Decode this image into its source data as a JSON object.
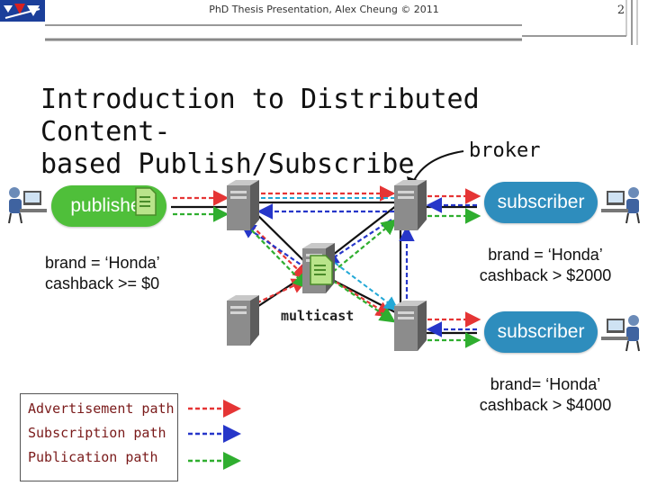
{
  "header": {
    "text": "PhD Thesis Presentation, Alex Cheung © 2011",
    "page_number": "2"
  },
  "title": "Introduction to Distributed Content-\nbased Publish/Subscribe",
  "labels": {
    "broker": "broker",
    "publisher": "publisher",
    "subscriber_1": "subscriber",
    "subscriber_2": "subscriber",
    "multicast": "multicast"
  },
  "advertisement": "brand = ‘Honda’\ncashback >= $0",
  "subscription_1": "brand = ‘Honda’\ncashback > $2000",
  "subscription_2": "brand= ‘Honda’\ncashback > $4000",
  "legend": {
    "items": [
      {
        "label": "Advertisement path",
        "color": "#e53535"
      },
      {
        "label": "Subscription path",
        "color": "#2636c9"
      },
      {
        "label": "Publication path",
        "color": "#2fae2f"
      }
    ]
  },
  "colors": {
    "advertisement": "#e53535",
    "subscription": "#2636c9",
    "publication": "#2fae2f",
    "notification": "#22a8d6",
    "publisher_pill": "#4fbf3a",
    "subscriber_pill": "#2e8dbd"
  },
  "icons": [
    "logo-icon",
    "user-computer-icon",
    "server-icon",
    "document-icon"
  ]
}
